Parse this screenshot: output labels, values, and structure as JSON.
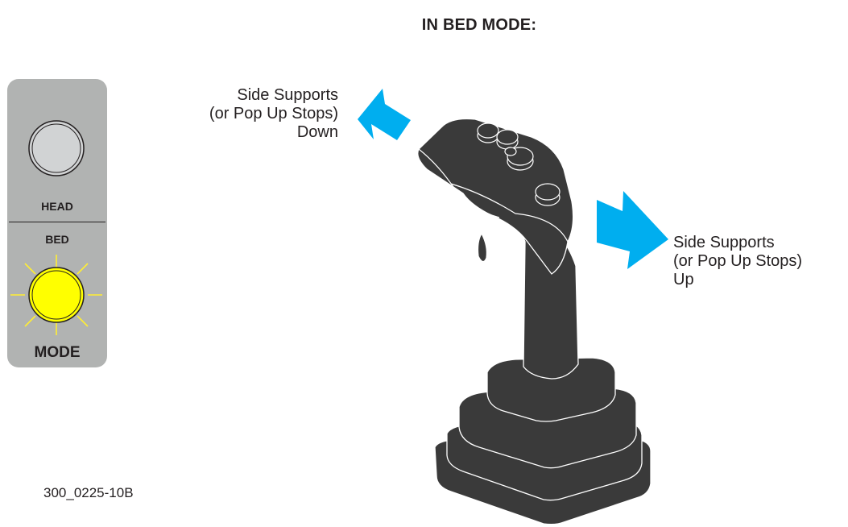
{
  "title": "IN BED MODE:",
  "panel": {
    "head_label": "HEAD",
    "bed_label": "BED",
    "mode_label": "MODE"
  },
  "labels": {
    "left": [
      "Side Supports",
      "(or Pop Up Stops)",
      "Down"
    ],
    "right": [
      "Side Supports",
      "(or Pop Up Stops)",
      "Up"
    ]
  },
  "figure_code": "300_0225-10B",
  "colors": {
    "panel_gray": "#b1b3b2",
    "head_button": "#d1d3d4",
    "bed_led": "#ffff00",
    "arrow": "#00aeef",
    "joystick": "#3a3a3a"
  },
  "icons": [
    "head-button-icon",
    "bed-led-icon",
    "joystick-icon",
    "arrow-left-icon",
    "arrow-right-icon"
  ]
}
